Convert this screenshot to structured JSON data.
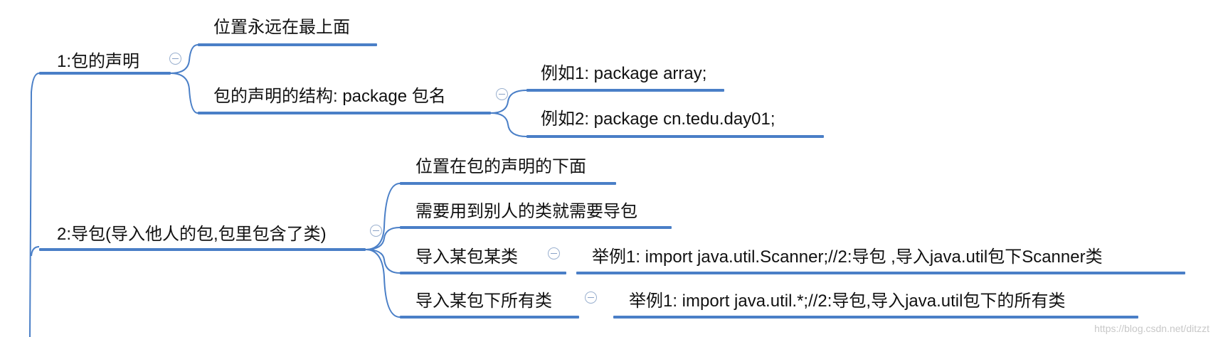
{
  "mindmap": {
    "branches": [
      {
        "label": "1:包的声明",
        "children": [
          {
            "label": "位置永远在最上面"
          },
          {
            "label": "包的声明的结构: package  包名",
            "children": [
              {
                "label": "例如1: package array;"
              },
              {
                "label": "例如2: package cn.tedu.day01;"
              }
            ]
          }
        ]
      },
      {
        "label": "2:导包(导入他人的包,包里包含了类)",
        "children": [
          {
            "label": "位置在包的声明的下面"
          },
          {
            "label": "需要用到别人的类就需要导包"
          },
          {
            "label": "导入某包某类",
            "children": [
              {
                "label": "举例1: import java.util.Scanner;//2:导包 ,导入java.util包下Scanner类"
              }
            ]
          },
          {
            "label": "导入某包下所有类",
            "children": [
              {
                "label": "举例1: import java.util.*;//2:导包,导入java.util包下的所有类"
              }
            ]
          }
        ]
      }
    ]
  },
  "watermark": "https://blog.csdn.net/ditzzt",
  "colors": {
    "line": "#4a7fc7",
    "connector": "#4a7fc7",
    "collapse_border": "#9ab0cf"
  }
}
